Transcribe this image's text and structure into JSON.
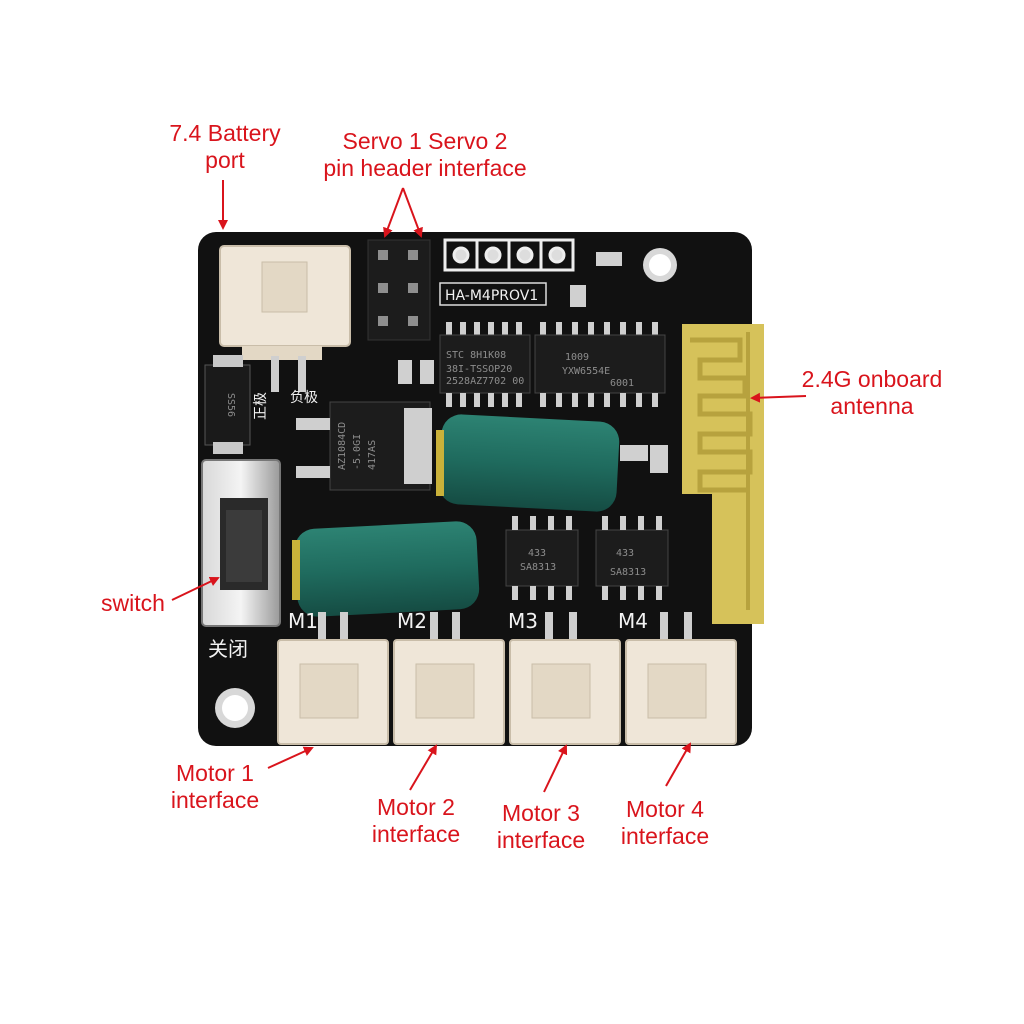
{
  "callouts": {
    "battery": {
      "line1": "7.4 Battery",
      "line2": "port"
    },
    "servo": {
      "line1": "Servo 1 Servo 2",
      "line2": "pin header interface"
    },
    "antenna": {
      "line1": "2.4G onboard",
      "line2": "antenna"
    },
    "switch": "switch",
    "motor1": {
      "line1": "Motor 1",
      "line2": "interface"
    },
    "motor2": {
      "line1": "Motor 2",
      "line2": "interface"
    },
    "motor3": {
      "line1": "Motor 3",
      "line2": "interface"
    },
    "motor4": {
      "line1": "Motor 4",
      "line2": "interface"
    }
  },
  "board": {
    "model": "HA-M4PROV1",
    "silk_positive": "正极",
    "silk_negative": "负极",
    "silk_off": "关闭",
    "diode": "SS56",
    "regulator": [
      "AZ1084CD",
      "-5.0GI",
      "417AS"
    ],
    "mcu": [
      "STC 8H1K08",
      "38I-TSSOP20",
      "2528AZ7702 00"
    ],
    "driver_chip": [
      "1009",
      "YXW6554E",
      "6001"
    ],
    "motor_driver_1": [
      "SA8313",
      "433"
    ],
    "motor_driver_2": [
      "SA8313",
      "433"
    ],
    "motor_labels": [
      "M1",
      "M2",
      "M3",
      "M4"
    ],
    "colors": {
      "pcb": "#111111",
      "connector": "#efe6d8",
      "capacitor": "#1f6b5e",
      "antenna_gold": "#d6c25a",
      "callout_red": "#d9141c"
    }
  }
}
